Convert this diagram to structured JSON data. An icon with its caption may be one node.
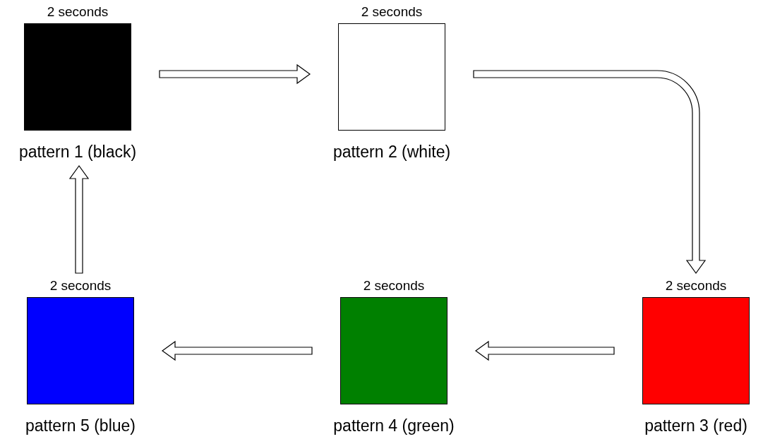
{
  "diagram": {
    "nodes": [
      {
        "text": [
          "pattern 1 (black)"
        ],
        "beside": [
          "2 seconds"
        ]
      },
      {
        "text": [
          "pattern 2 (white)"
        ],
        "beside": [
          "2 seconds"
        ]
      },
      {
        "text": [
          "pattern 3 (red)"
        ],
        "beside": [
          "2 seconds"
        ]
      },
      {
        "text": [
          "pattern 4 (green)"
        ],
        "beside": [
          "2 seconds"
        ]
      },
      {
        "text": [
          "pattern 5 (blue)"
        ],
        "beside": [
          "2 seconds"
        ]
      }
    ],
    "edges": [
      {
        "from": 0,
        "to": 1,
        "arrow": "to"
      },
      {
        "from": 1,
        "to": 2,
        "arrow": "to"
      },
      {
        "from": 2,
        "to": 3,
        "arrow": "to"
      },
      {
        "from": 3,
        "to": 4,
        "arrow": "to"
      },
      {
        "from": 4,
        "to": 0,
        "arrow": "to"
      }
    ]
  }
}
